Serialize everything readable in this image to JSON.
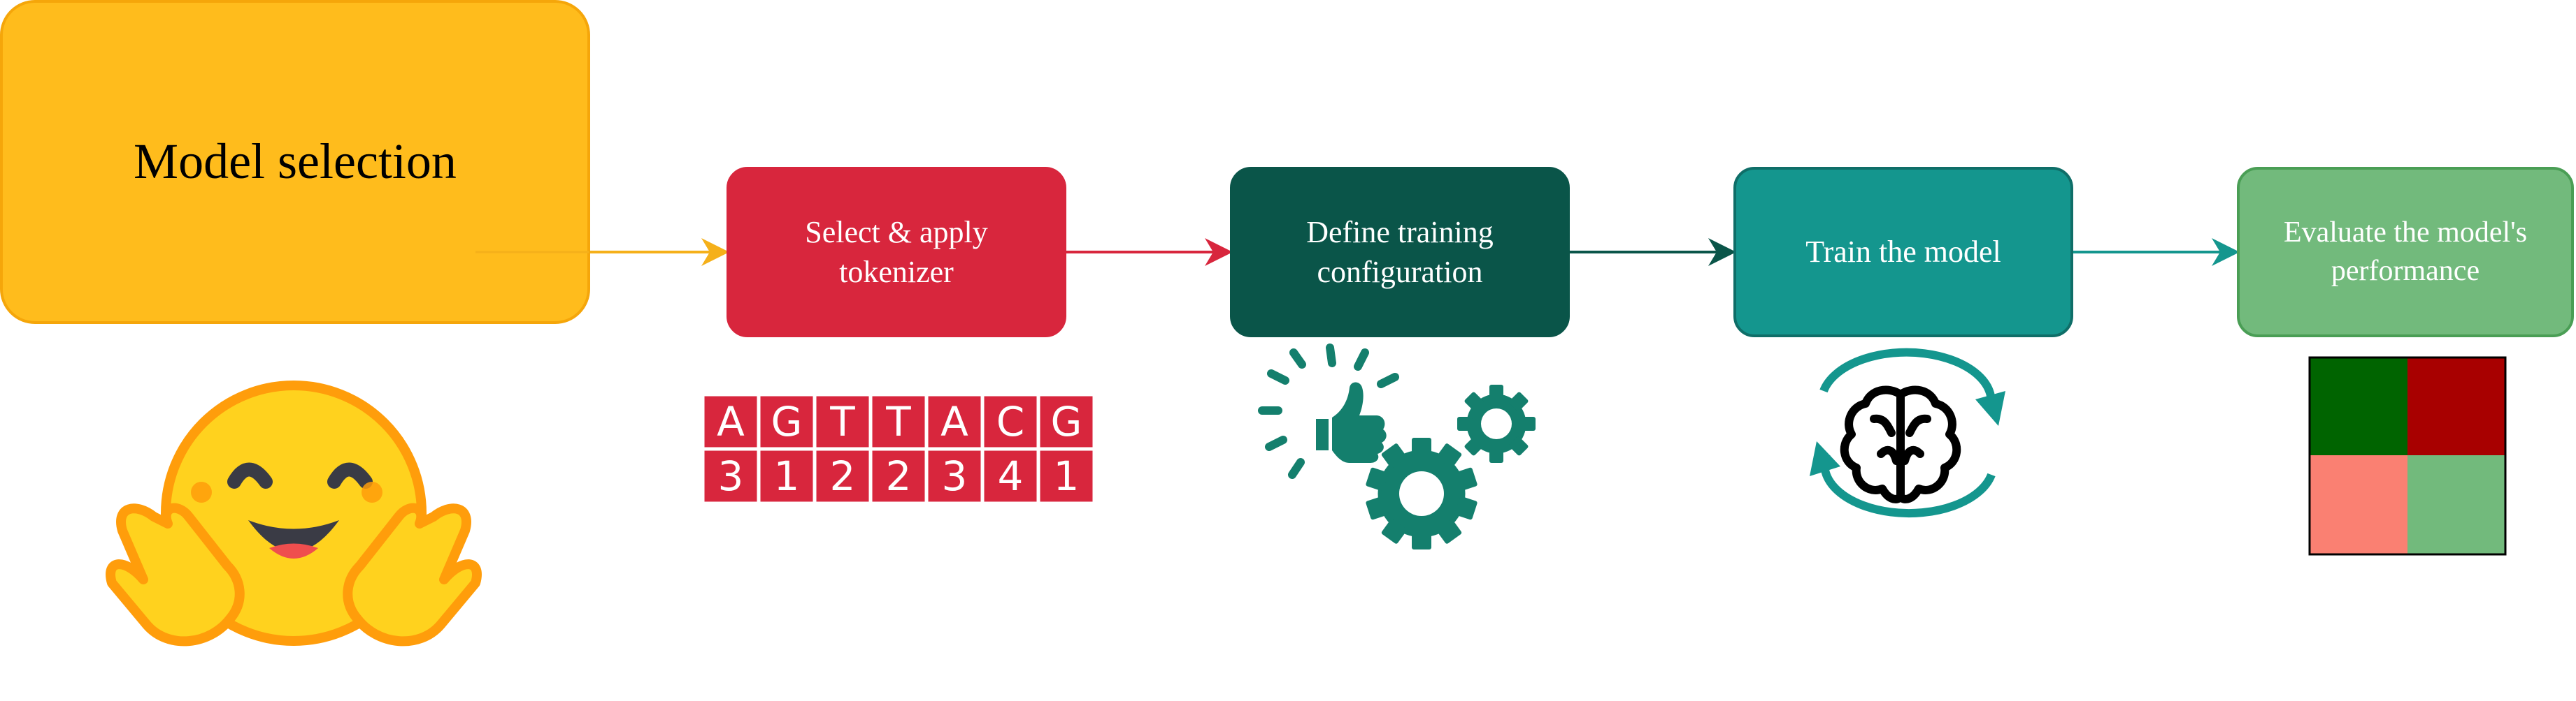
{
  "steps": [
    {
      "label": "Model selection",
      "color": "#FFBC1C",
      "border": "#F5A60A",
      "text_color": "#000000"
    },
    {
      "label": "Select & apply\ntokenizer",
      "color": "#D8263D",
      "border": "#D8263D",
      "text_color": "#FFFFFF"
    },
    {
      "label": "Define training\nconfiguration",
      "color": "#0A5549",
      "border": "#0A5549",
      "text_color": "#FFFFFF"
    },
    {
      "label": "Train the model",
      "color": "#14968E",
      "border": "#0F6E68",
      "text_color": "#FFFFFF"
    },
    {
      "label": "Evaluate the model's\nperformance",
      "color": "#72BA7C",
      "border": "#4A9E55",
      "text_color": "#FFFFFF"
    }
  ],
  "tokenizer": {
    "bases": [
      "A",
      "G",
      "T",
      "T",
      "A",
      "C",
      "G"
    ],
    "ids": [
      "3",
      "1",
      "2",
      "2",
      "3",
      "4",
      "1"
    ],
    "color": "#D8263D"
  },
  "matrix": {
    "colors": [
      "#006400",
      "#A80000",
      "#FA8072",
      "#72BA7C"
    ]
  },
  "icons": {
    "step1": "hugging-face-emoji-icon",
    "step3": "thumbs-up-gears-icon",
    "step4": "brain-cycle-icon",
    "step5": "confusion-matrix-icon"
  }
}
